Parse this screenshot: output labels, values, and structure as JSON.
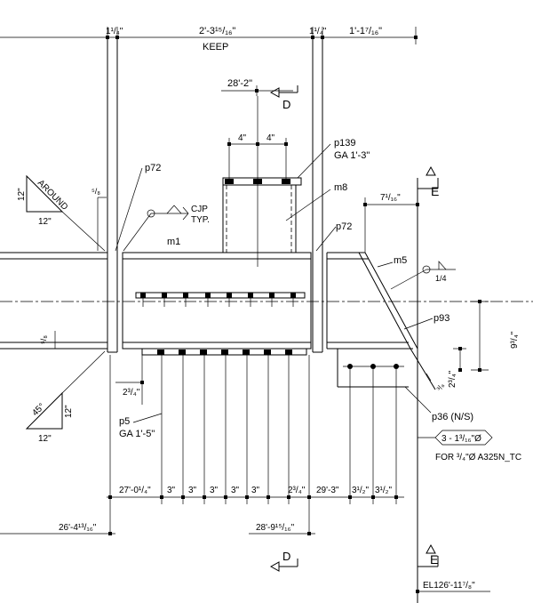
{
  "dims": {
    "top_left_gap": "1¹/₄\"",
    "top_middle": "2'-3¹⁵/₁₆\"",
    "top_right_gap": "1¹/₄\"",
    "top_right": "1'-1⁷/₁₆\"",
    "keep": "KEEP",
    "stub_width": "28'-2\"",
    "bolt_space_a": "4\"",
    "bolt_space_b": "4\"",
    "left_weld_size": "⁵/₈",
    "right_gap": "7¹/₁₆\"",
    "weld_quarter": "1/4",
    "right_height": "9³/₄\"",
    "right_small": "2³/₄\"",
    "right_weld_small": "³/₈",
    "left_bottom_weld": "⁵/₈",
    "p5_offset": "2³/₄\"",
    "bottom_first": "27'-0¹/₄\"",
    "bolt_spaces": [
      "3\"",
      "3\"",
      "3\"",
      "3\"",
      "3\"",
      "2³/₄\""
    ],
    "right_first": "29'-3\"",
    "right_spaces": [
      "3¹/₂\"",
      "3¹/₂\""
    ],
    "bottom_left": "26'-4¹³/₁₆\"",
    "bottom_mid": "28'-9¹⁵/₁₆\"",
    "elevation": "EL126'-11⁷/₈\""
  },
  "labels": {
    "p72_left": "p72",
    "p72_right": "p72",
    "cjp": "CJP",
    "typ": "TYP.",
    "m1": "m1",
    "m8": "m8",
    "m5": "m5",
    "p139": "p139",
    "p139_ga": "GA 1'-3\"",
    "p93": "p93",
    "p5": "p5",
    "p5_ga": "GA 1'-5\"",
    "p36": "p36 (N/S)",
    "bolt_spec": "3 - 1³/₁₆\"Ø",
    "bolt_note": "FOR ³/₄\"Ø A325N_TC",
    "around": "AROUND",
    "slope_top_v": "12\"",
    "slope_top_h": "12\"",
    "slope_bot_angle": "45°",
    "slope_bot_v": "12\"",
    "slope_bot_h": "12\""
  },
  "markers": {
    "section_d_top": "D",
    "section_d_bottom": "D",
    "section_e_top": "E",
    "section_e_bottom": "E"
  }
}
